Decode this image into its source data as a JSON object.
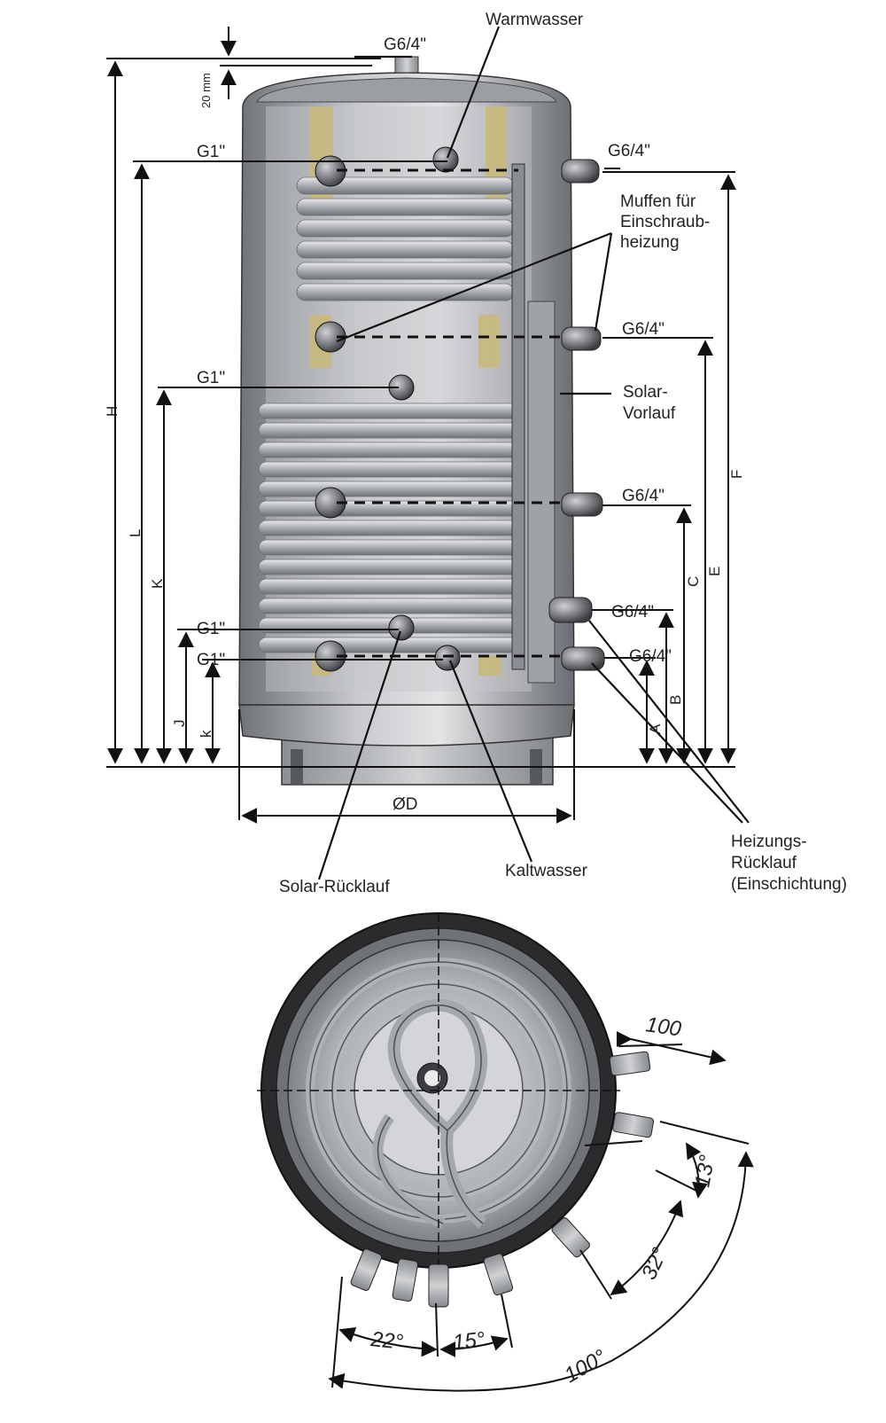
{
  "labels": {
    "warmwasser": "Warmwasser",
    "top_g64": "G6/4\"",
    "mm20": "20 mm",
    "g1_top": "G1\"",
    "g64_top_right": "G6/4\"",
    "muffen1": "Muffen für",
    "muffen2": "Einschraub-",
    "muffen3": "heizung",
    "g64_mid1": "G6/4\"",
    "g1_mid": "G1\"",
    "solar_vorlauf1": "Solar-",
    "solar_vorlauf2": "Vorlauf",
    "g64_mid2": "G6/4\"",
    "g1_low1": "G1\"",
    "g1_low2": "G1\"",
    "g64_low1": "G6/4\"",
    "g64_low2": "G6/4\"",
    "diameter": "ØD",
    "solar_ruecklauf": "Solar-Rücklauf",
    "kaltwasser": "Kaltwasser",
    "heizung1": "Heizungs-",
    "heizung2": "Rücklauf",
    "heizung3": "(Einschichtung)"
  },
  "dimensions": {
    "H": "H",
    "L": "L",
    "K": "K",
    "J": "J",
    "k": "k",
    "F": "F",
    "E": "E",
    "C": "C",
    "B": "B",
    "A": "A"
  },
  "angles": {
    "d100_top": "100",
    "a13": "13°",
    "a32": "32°",
    "a100": "100°",
    "a22": "22°",
    "a15": "15°"
  },
  "colors": {
    "tank": "#8a8d91",
    "tank_light": "#c9cbce",
    "insulation": "#c9b978",
    "coil": "#b9bcc0",
    "outline": "#111111"
  }
}
